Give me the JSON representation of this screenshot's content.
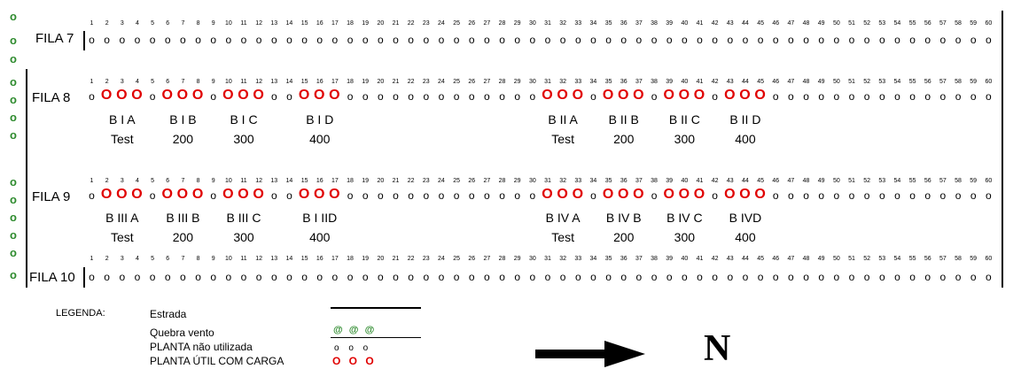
{
  "windbreak_symbol": "o",
  "columns": [
    "1",
    "2",
    "3",
    "4",
    "5",
    "6",
    "7",
    "8",
    "9",
    "10",
    "11",
    "12",
    "13",
    "14",
    "15",
    "16",
    "17",
    "18",
    "19",
    "20",
    "21",
    "22",
    "23",
    "24",
    "25",
    "26",
    "27",
    "28",
    "29",
    "30",
    "31",
    "32",
    "33",
    "34",
    "35",
    "36",
    "37",
    "38",
    "39",
    "40",
    "41",
    "42",
    "43",
    "44",
    "45",
    "46",
    "47",
    "48",
    "49",
    "50",
    "51",
    "52",
    "53",
    "54",
    "55",
    "56",
    "57",
    "58",
    "59",
    "60"
  ],
  "rows": [
    {
      "label": "FILA 7",
      "plots": []
    },
    {
      "label": "FILA 8",
      "plots": [
        {
          "name": "B I A",
          "dose": "Test",
          "cols": [
            2,
            3,
            4
          ]
        },
        {
          "name": "B I B",
          "dose": "200",
          "cols": [
            6,
            7,
            8
          ]
        },
        {
          "name": "B I C",
          "dose": "300",
          "cols": [
            10,
            11,
            12
          ]
        },
        {
          "name": "B I D",
          "dose": "400",
          "cols": [
            15,
            16,
            17
          ]
        },
        {
          "name": "B II A",
          "dose": "Test",
          "cols": [
            31,
            32,
            33
          ]
        },
        {
          "name": "B II B",
          "dose": "200",
          "cols": [
            35,
            36,
            37
          ]
        },
        {
          "name": "B II C",
          "dose": "300",
          "cols": [
            39,
            40,
            41
          ]
        },
        {
          "name": "B II D",
          "dose": "400",
          "cols": [
            43,
            44,
            45
          ]
        }
      ]
    },
    {
      "label": "FILA 9",
      "plots": [
        {
          "name": "B III A",
          "dose": "Test",
          "cols": [
            2,
            3,
            4
          ]
        },
        {
          "name": "B III B",
          "dose": "200",
          "cols": [
            6,
            7,
            8
          ]
        },
        {
          "name": "B III C",
          "dose": "300",
          "cols": [
            10,
            11,
            12
          ]
        },
        {
          "name": "B I IID",
          "dose": "400",
          "cols": [
            15,
            16,
            17
          ]
        },
        {
          "name": "B IV A",
          "dose": "Test",
          "cols": [
            31,
            32,
            33
          ]
        },
        {
          "name": "B IV B",
          "dose": "200",
          "cols": [
            35,
            36,
            37
          ]
        },
        {
          "name": "B IV C",
          "dose": "300",
          "cols": [
            39,
            40,
            41
          ]
        },
        {
          "name": "B IVD",
          "dose": "400",
          "cols": [
            43,
            44,
            45
          ]
        }
      ]
    },
    {
      "label": "FILA 10",
      "plots": []
    }
  ],
  "legend": {
    "title": "LEGENDA:",
    "road": "Estrada",
    "windbreak": "Quebra vento",
    "windbreak_sym": "@ @ @",
    "unused": "PLANTA não utilizada",
    "unused_sym": "o o o",
    "useful": "PLANTA ÚTIL COM CARGA",
    "useful_sym": "O O O"
  },
  "north": "N",
  "colors": {
    "windbreak": "#2e8b2e",
    "useful": "#e00000",
    "lines": "#000000"
  }
}
